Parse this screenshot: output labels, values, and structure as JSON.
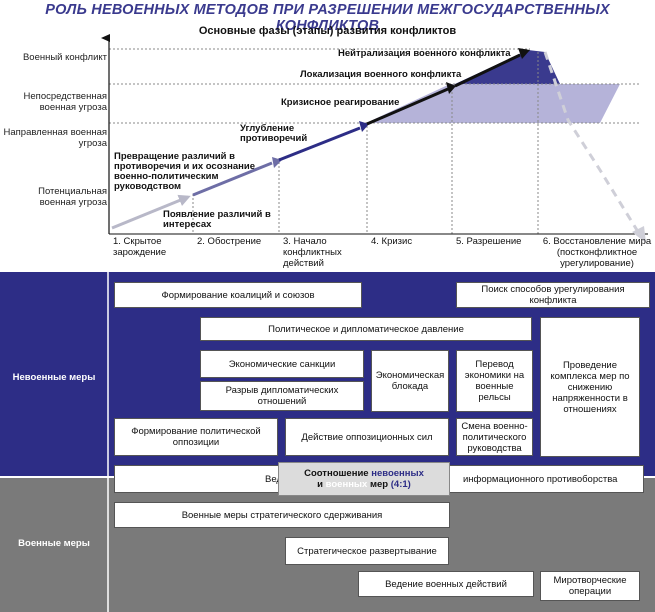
{
  "title": "РОЛЬ НЕВОЕННЫХ МЕТОДОВ ПРИ РАЗРЕШЕНИИ МЕЖГОСУДАРСТВЕННЫХ КОНФЛИКТОВ",
  "subtitle": "Основные фазы (этапы) развития конфликтов",
  "threat_levels": [
    "Военный конфликт",
    "Непосредственная военная угроза",
    "Направленная военная угроза",
    "Потенциальная военная угроза"
  ],
  "stage_labels": {
    "neutralization": "Нейтрализация военного конфликта",
    "localization": "Локализация военного конфликта",
    "crisis_response": "Кризисное реагирование",
    "deepening": "Углубление противоречий",
    "transformation": "Превращение различий в противоречия и их осознание военно-политическим руководством",
    "emergence": "Появление различий в интересах"
  },
  "phases": [
    "1. Скрытое зарождение",
    "2. Обострение",
    "3. Начало конфликтных действий",
    "4. Кризис",
    "5. Разрешение",
    "6. Восстановление мира (постконфликтное урегулирование)"
  ],
  "nonmilitary": {
    "label": "Невоенные меры",
    "coalitions": "Формирование коалиций и союзов",
    "settlement_search": "Поиск способов урегулирования конфликта",
    "political_pressure": "Политическое и дипломатическое давление",
    "economic_sanctions": "Экономические санкции",
    "economic_blockade": "Экономическая блокада",
    "war_economy": "Перевод экономики на военные рельсы",
    "tension_reduction": "Проведение комплекса мер по снижению напряженности в отношениях",
    "diplomatic_break": "Разрыв дипломатических отношений",
    "political_opposition": "Формирование политической оппозиции",
    "opposition_action": "Действие оппозиционных сил",
    "leadership_change": "Смена военно-политического руководства",
    "info_war_left": "Ведение",
    "info_war_right": "информационного противоборства"
  },
  "ratio": {
    "line1": "Соотношение",
    "nonmil": "невоенных",
    "and": "и",
    "mil": "военных",
    "measures": "мер",
    "value": "(4:1)"
  },
  "military": {
    "label": "Военные меры",
    "deterrence": "Военные меры стратегического сдерживания",
    "deployment": "Стратегическое развертывание",
    "combat": "Ведение военных действий",
    "peacekeeping": "Миротворческие операции"
  },
  "colors": {
    "title": "#3a3a8e",
    "band_dark": "#2d2d86",
    "band_gray": "#7a7a7a",
    "arrow_light": "#b8b8c8",
    "arrow_mid": "#6e6ea6",
    "arrow_dark": "#2d2d86",
    "shade_light": "#b5b3d9",
    "shade_dark": "#3a3a8e"
  }
}
